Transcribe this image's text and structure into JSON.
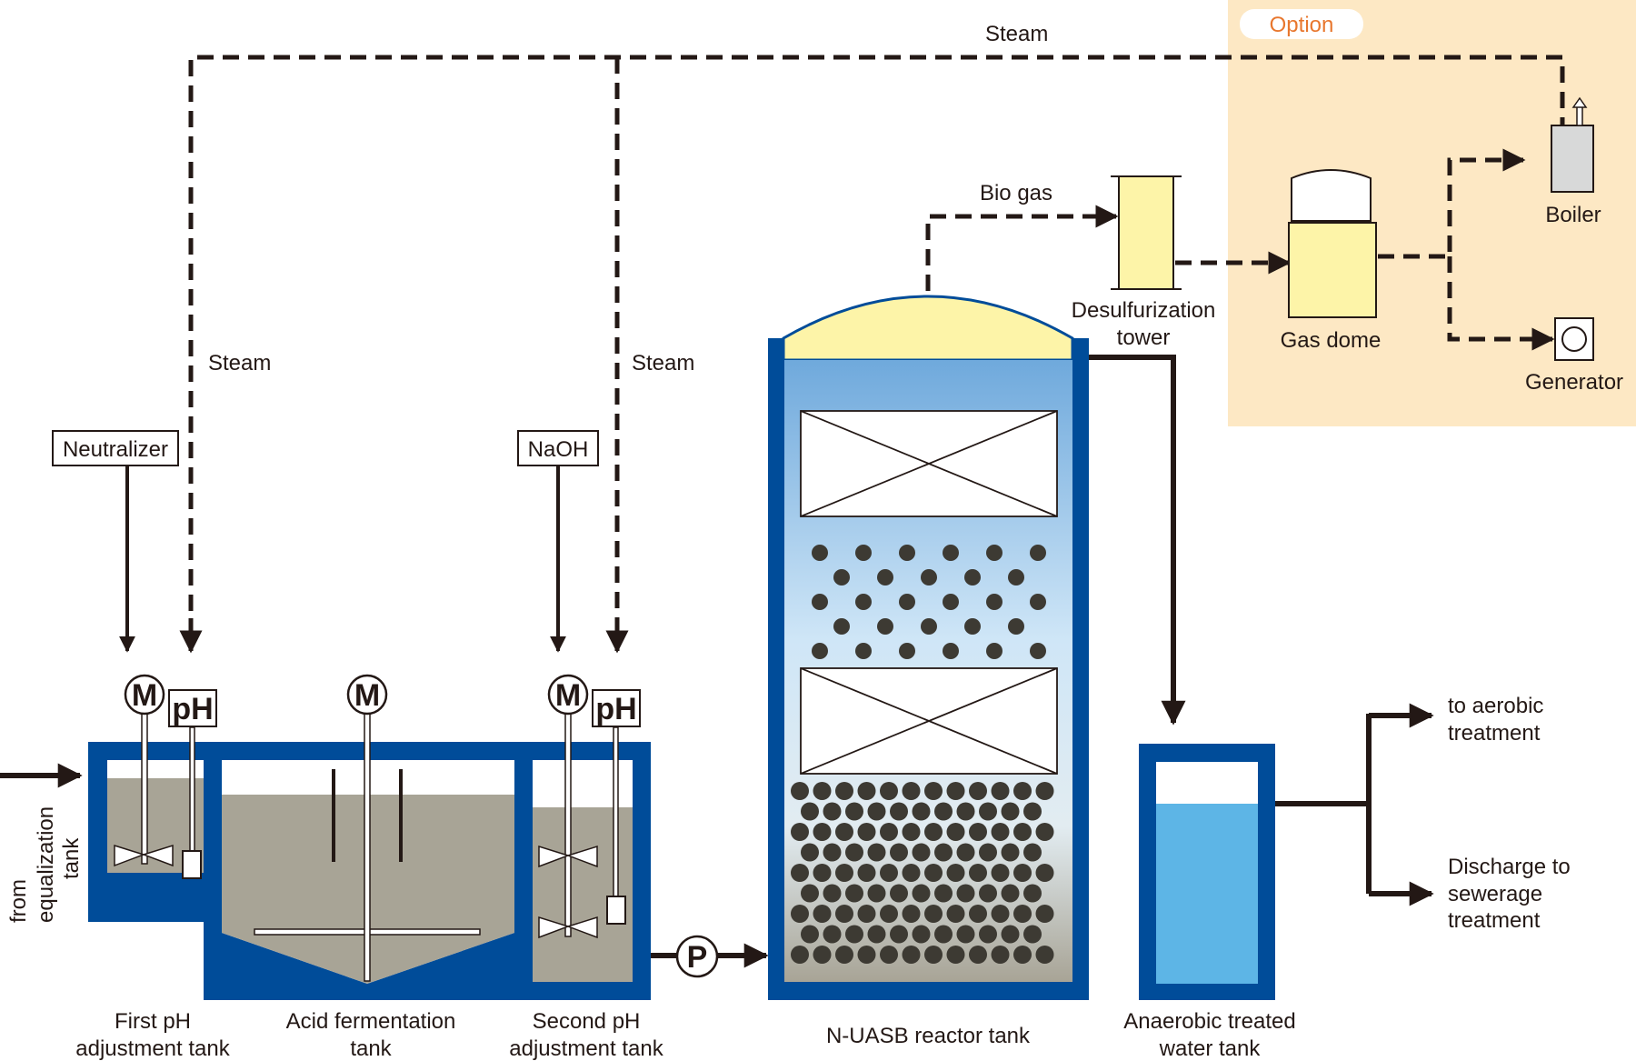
{
  "colors": {
    "tank_blue": "#004c99",
    "liquid_grey": "#a8a496",
    "water_blue": "#5db5e6",
    "gas_yellow": "#fdf4a8",
    "option_bg": "#fde8c4",
    "option_text": "#e8772e",
    "line": "#231815"
  },
  "labels": {
    "steam_top": "Steam",
    "steam_left": "Steam",
    "steam_mid": "Steam",
    "option": "Option",
    "neutralizer": "Neutralizer",
    "naoh": "NaOH",
    "bio_gas": "Bio gas",
    "desulf_1": "Desulfurization",
    "desulf_2": "tower",
    "gas_dome": "Gas dome",
    "boiler": "Boiler",
    "generator": "Generator",
    "from_1": "from",
    "from_2": "equalization",
    "from_3": "tank",
    "tank1_1": "First pH",
    "tank1_2": "adjustment tank",
    "tank2_1": "Acid fermentation",
    "tank2_2": "tank",
    "tank3_1": "Second pH",
    "tank3_2": "adjustment tank",
    "reactor": "N-UASB reactor tank",
    "treated_1": "Anaerobic treated",
    "treated_2": "water tank",
    "aerobic_1": "to aerobic",
    "aerobic_2": "treatment",
    "discharge_1": "Discharge to",
    "discharge_2": "sewerage",
    "discharge_3": "treatment",
    "motor": "M",
    "ph": "pH",
    "pump": "P"
  },
  "icons": [
    "motor-icon",
    "ph-sensor-icon",
    "pump-icon",
    "impeller-icon",
    "chimney-icon",
    "generator-icon"
  ]
}
